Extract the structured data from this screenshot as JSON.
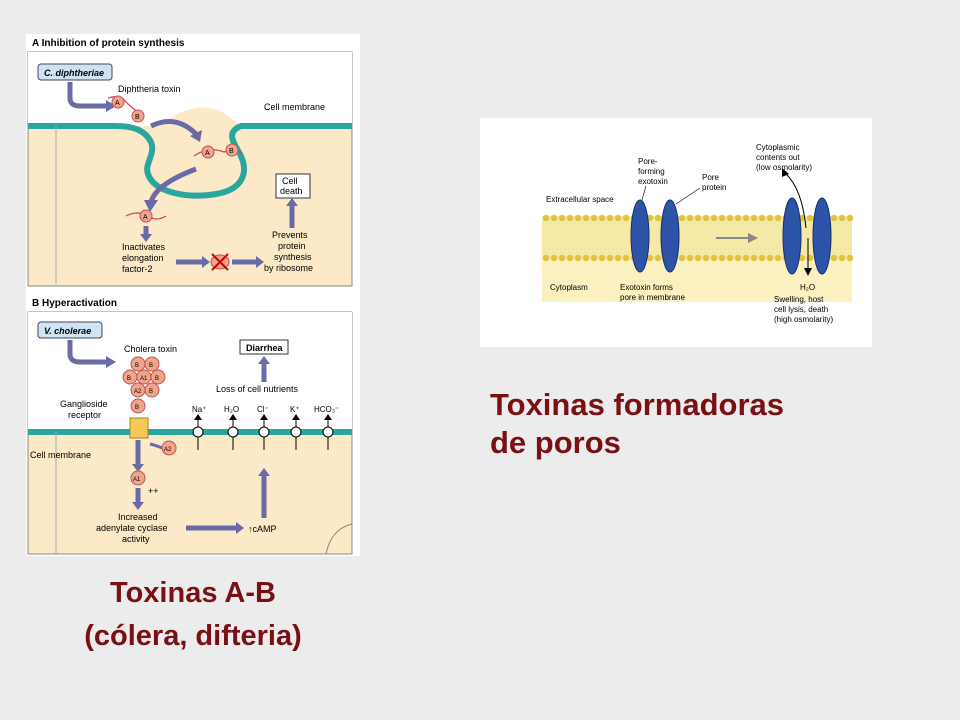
{
  "left_figure": {
    "panel_a": {
      "title": "A  Inhibition of protein synthesis",
      "organism": "C. diphtheriae",
      "toxin": "Diphtheria toxin",
      "membrane": "Cell membrane",
      "subunit_a": "A",
      "subunit_b": "B",
      "death": "Cell death",
      "inactivates": [
        "Inactivates",
        "elongation",
        "factor-2"
      ],
      "prevents": [
        "Prevents",
        "protein",
        "synthesis",
        "by ribosome"
      ]
    },
    "panel_b": {
      "title": "B  Hyperactivation",
      "organism": "V. cholerae",
      "toxin": "Cholera toxin",
      "diarrhea": "Diarrhea",
      "loss": "Loss of cell nutrients",
      "ganglioside": [
        "Ganglioside",
        "receptor"
      ],
      "membrane": "Cell membrane",
      "a1": "A1",
      "a2": "A2",
      "plusplus": "++",
      "ions": [
        "Na⁺",
        "H₂O",
        "Cl⁻",
        "K⁺",
        "HCO₃⁻"
      ],
      "increased": [
        "Increased",
        "adenylate cyclase",
        "activity"
      ],
      "camp": "↑cAMP"
    }
  },
  "right_figure": {
    "cytoplasmic": [
      "Cytoplasmic",
      "contents out",
      "(low osmolarity)"
    ],
    "pore_forming": [
      "Pore-",
      "forming",
      "exotoxin"
    ],
    "pore_protein": [
      "Pore",
      "protein"
    ],
    "extracellular": "Extracellular space",
    "cytoplasm": "Cytoplasm",
    "exotoxin_forms": [
      "Exotoxin forms",
      "pore in membrane"
    ],
    "water": "H₂O",
    "swelling": [
      "Swelling, host",
      "cell lysis, death",
      "(high osmolarity)"
    ]
  },
  "captions": {
    "ab_line1": "Toxinas A-B",
    "ab_line2": "(cólera, difteria)",
    "pore_line1": "Toxinas formadoras",
    "pore_line2": "de poros"
  },
  "colors": {
    "background": "#ececec",
    "caption": "#7a0f14",
    "cell": "#fbe9c7",
    "membrane": "#2aa6a0",
    "arrow": "#6a6aa8",
    "subunit": "#f0a58a",
    "pore": "#2c53a8"
  }
}
